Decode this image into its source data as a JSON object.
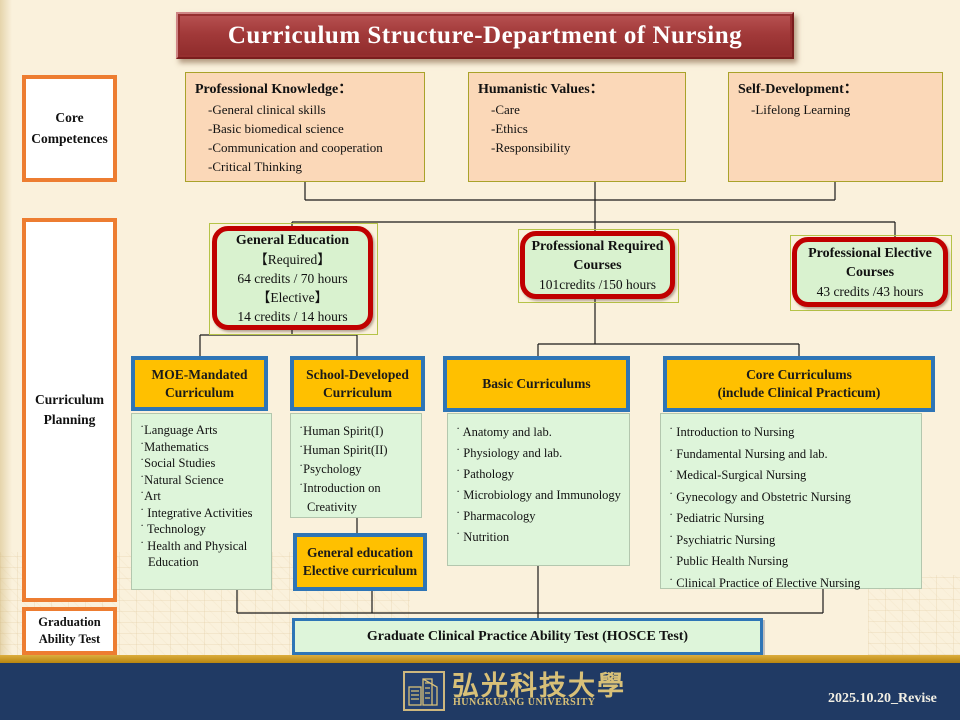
{
  "title": "Curriculum Structure-Department of Nursing",
  "sidebar": {
    "core_competences": "Core Competences",
    "curriculum_planning": "Curriculum Planning",
    "graduation_ability_test": "Graduation Ability Test"
  },
  "competence_boxes": {
    "professional_knowledge": {
      "title": "Professional Knowledge：",
      "items": [
        "-General clinical skills",
        "-Basic biomedical science",
        "-Communication and cooperation",
        "-Critical Thinking"
      ]
    },
    "humanistic_values": {
      "title": "Humanistic Values：",
      "items": [
        "-Care",
        "-Ethics",
        "-Responsibility"
      ]
    },
    "self_development": {
      "title": "Self-Development：",
      "items": [
        "-Lifelong Learning"
      ]
    }
  },
  "course_groups": {
    "general_education": {
      "title": "General Education",
      "lines": [
        "【Required】",
        "64 credits / 70 hours",
        "【Elective】",
        "14 credits / 14 hours"
      ]
    },
    "professional_required": {
      "title": "Professional Required Courses",
      "lines": [
        "101credits /150 hours"
      ]
    },
    "professional_elective": {
      "title": "Professional Elective Courses",
      "lines": [
        "43 credits /43 hours"
      ]
    }
  },
  "curriculum_headers": {
    "moe": {
      "lines": [
        "MOE-Mandated",
        "Curriculum"
      ]
    },
    "school": {
      "lines": [
        "School-Developed",
        "Curriculum"
      ]
    },
    "basic": {
      "lines": [
        "Basic Curriculums"
      ]
    },
    "core": {
      "lines": [
        "Core Curriculums",
        "(include Clinical Practicum)"
      ]
    },
    "ge_elective": {
      "lines": [
        "General education",
        "Elective curriculum"
      ]
    }
  },
  "course_lists": {
    "moe": [
      "˙Language Arts",
      "˙Mathematics",
      "˙Social Studies",
      "˙Natural Science",
      "˙Art",
      "˙ Integrative Activities",
      "˙ Technology",
      "˙ Health and Physical Education"
    ],
    "school": [
      "˙Human Spirit(I)",
      "˙Human Spirit(II)",
      "˙Psychology",
      "˙Introduction on Creativity"
    ],
    "basic": [
      "˙ Anatomy and lab.",
      "˙ Physiology and lab.",
      "˙ Pathology",
      "˙ Microbiology and Immunology",
      "˙ Pharmacology",
      "˙ Nutrition"
    ],
    "core": [
      "˙ Introduction to Nursing",
      "˙ Fundamental Nursing and lab.",
      "˙ Medical-Surgical Nursing",
      "˙ Gynecology and Obstetric Nursing",
      "˙ Pediatric Nursing",
      "˙ Psychiatric Nursing",
      "˙ Public Health Nursing",
      "˙ Clinical Practice of Elective Nursing"
    ]
  },
  "graduation_test": "Graduate  Clinical Practice Ability Test (HOSCE Test)",
  "footer": {
    "university_zh": "弘光科技大學",
    "university_en": "HUNGKUANG UNIVERSITY",
    "revision": "2025.10.20_Revise"
  },
  "colors": {
    "background": "#faf1dc",
    "banner_red": "#a23a3a",
    "accent_red": "#c00000",
    "accent_orange": "#ffc000",
    "accent_blue": "#2e75b6",
    "sidebar_border": "#ed7d31",
    "peach": "#fbd8b8",
    "light_green": "#def5da",
    "footer_navy": "#203a64",
    "gold": "#d8c078"
  }
}
